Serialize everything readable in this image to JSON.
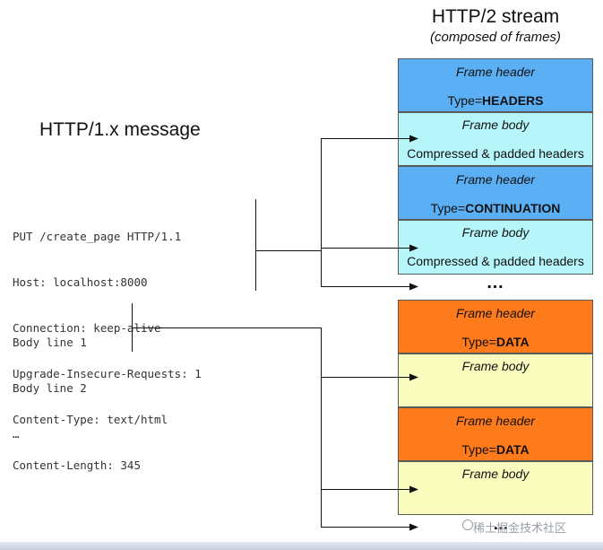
{
  "stream": {
    "title": "HTTP/2 stream",
    "subtitle": "(composed of frames)"
  },
  "message": {
    "title": "HTTP/1.x message",
    "header_lines": [
      "PUT /create_page HTTP/1.1",
      "Host: localhost:8000",
      "Connection: keep-alive",
      "Upgrade-Insecure-Requests: 1",
      "Content-Type: text/html",
      "Content-Length: 345"
    ],
    "body_lines": [
      "Body line 1",
      "Body line 2",
      "…"
    ]
  },
  "frames": {
    "headers_header": {
      "label": "Frame header",
      "type_prefix": "Type=",
      "type_name": "HEADERS"
    },
    "headers_body": {
      "label": "Frame body",
      "content": "Compressed & padded headers"
    },
    "continuation_header": {
      "label": "Frame header",
      "type_prefix": "Type=",
      "type_name": "CONTINUATION"
    },
    "continuation_body": {
      "label": "Frame body",
      "content": "Compressed & padded headers"
    },
    "data1_header": {
      "label": "Frame header",
      "type_prefix": "Type=",
      "type_name": "DATA"
    },
    "data1_body": {
      "label": "Frame body"
    },
    "data2_header": {
      "label": "Frame header",
      "type_prefix": "Type=",
      "type_name": "DATA"
    },
    "data2_body": {
      "label": "Frame body"
    }
  },
  "ellipsis_mid": "…",
  "ellipsis_bottom": "…",
  "watermark": "稀土掘金技术社区",
  "colors": {
    "header_frame_blue": "#5bb0f5",
    "body_frame_cyan": "#b6f5fa",
    "data_header_orange": "#ff7a1a",
    "data_body_yellow": "#fbfdbe"
  }
}
